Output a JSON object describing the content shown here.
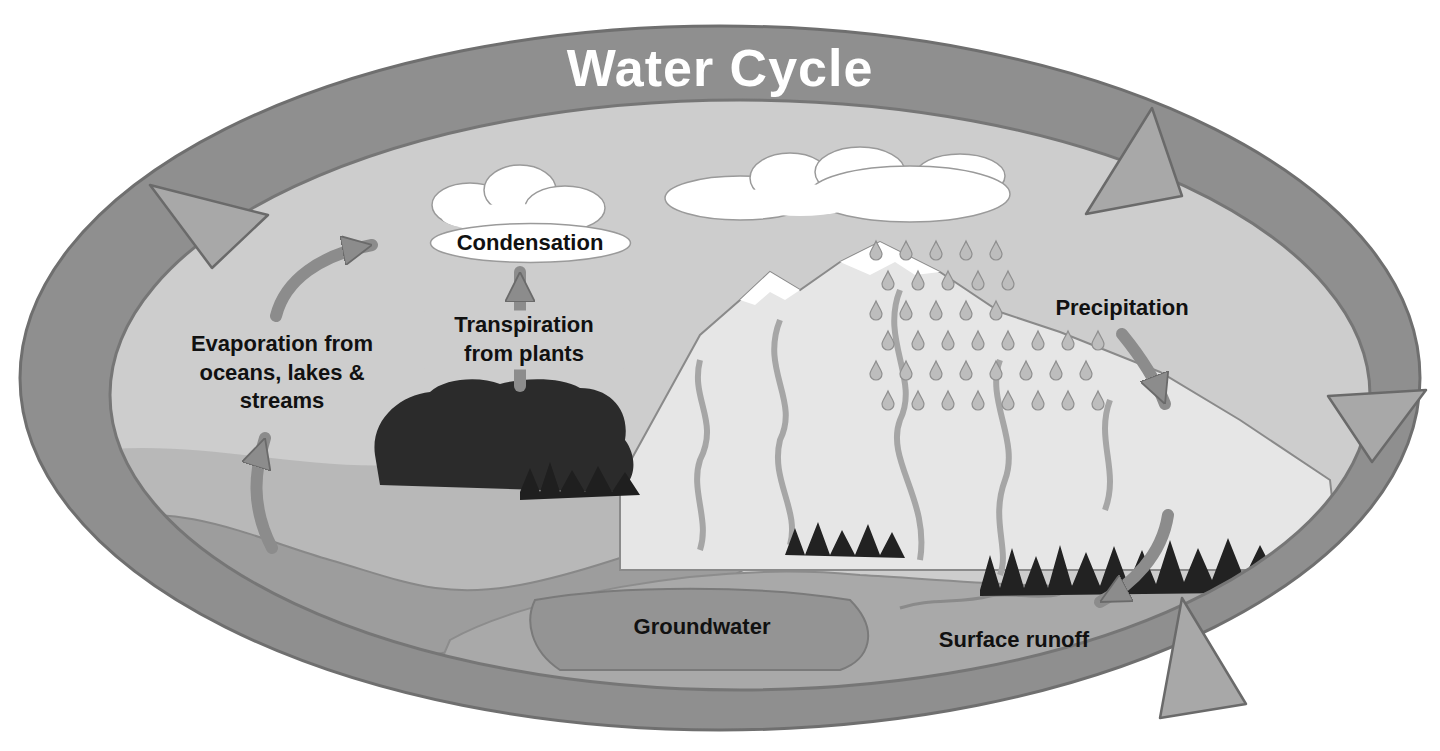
{
  "diagram": {
    "title": "Water Cycle",
    "nodes": [
      {
        "text": [
          "Condensation"
        ]
      }
    ],
    "labels": [
      "Evaporation from oceans, lakes & streams",
      "Transpiration from plants",
      "Precipitation",
      "Groundwater",
      "Surface runoff"
    ]
  }
}
